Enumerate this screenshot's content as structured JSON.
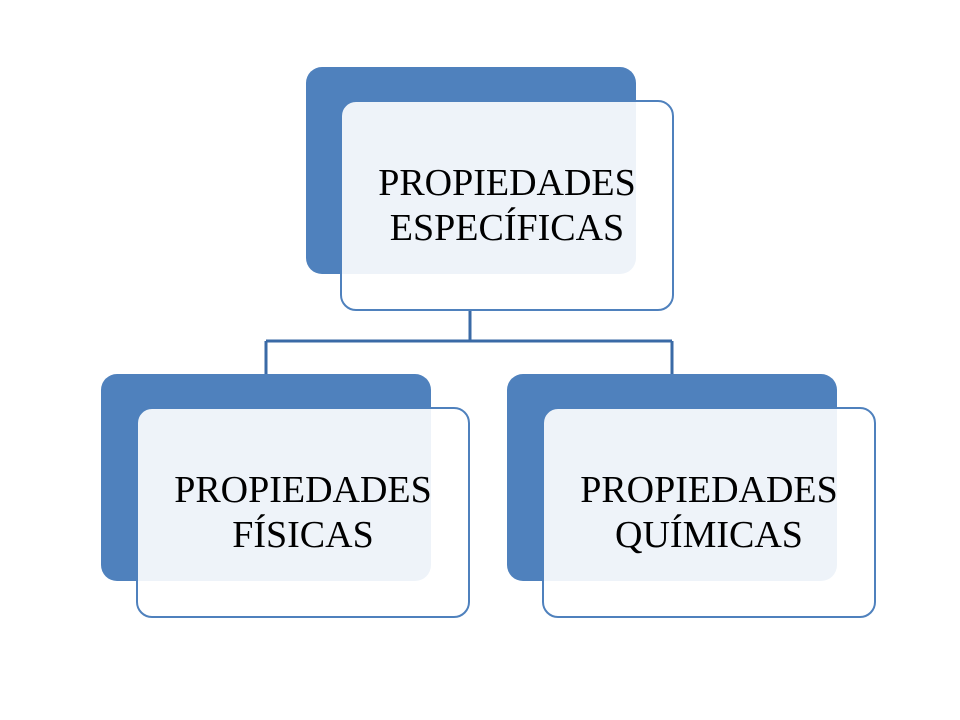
{
  "colors": {
    "primary": "#4f81bd",
    "connector": "#3a6aa6",
    "background": "#ffffff",
    "text": "#000000"
  },
  "root": {
    "line1": "PROPIEDADES",
    "line2": "ESPECÍFICAS"
  },
  "children": [
    {
      "line1": "PROPIEDADES",
      "line2": "FÍSICAS"
    },
    {
      "line1": "PROPIEDADES",
      "line2": "QUÍMICAS"
    }
  ]
}
